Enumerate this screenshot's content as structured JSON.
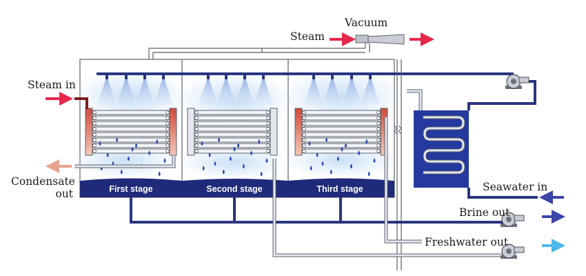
{
  "labels": {
    "steam_top": "Steam",
    "vacuum": "Vacuum",
    "steam_in": "Steam in",
    "condensate_out": "Condensate\nout",
    "seawater_in": "Seawater in",
    "brine_out": "Brine out",
    "freshwater_out": "Freshwater out"
  },
  "stages": [
    "First stage",
    "Second stage",
    "Third stage"
  ],
  "colors": {
    "pipe_dark": "#2a3580",
    "pipe_light": "#d7dde6",
    "brine": "#1f2a7a",
    "heat_exchanger": "#253a9e",
    "steam_arrow": "#e6264b",
    "condensate_arrow": "#e8a38e",
    "seawater_arrow": "#3b46a8",
    "freshwater_arrow": "#4ab8e8",
    "spray": "#a8c4ee",
    "droplet": "#2b4bb5"
  }
}
